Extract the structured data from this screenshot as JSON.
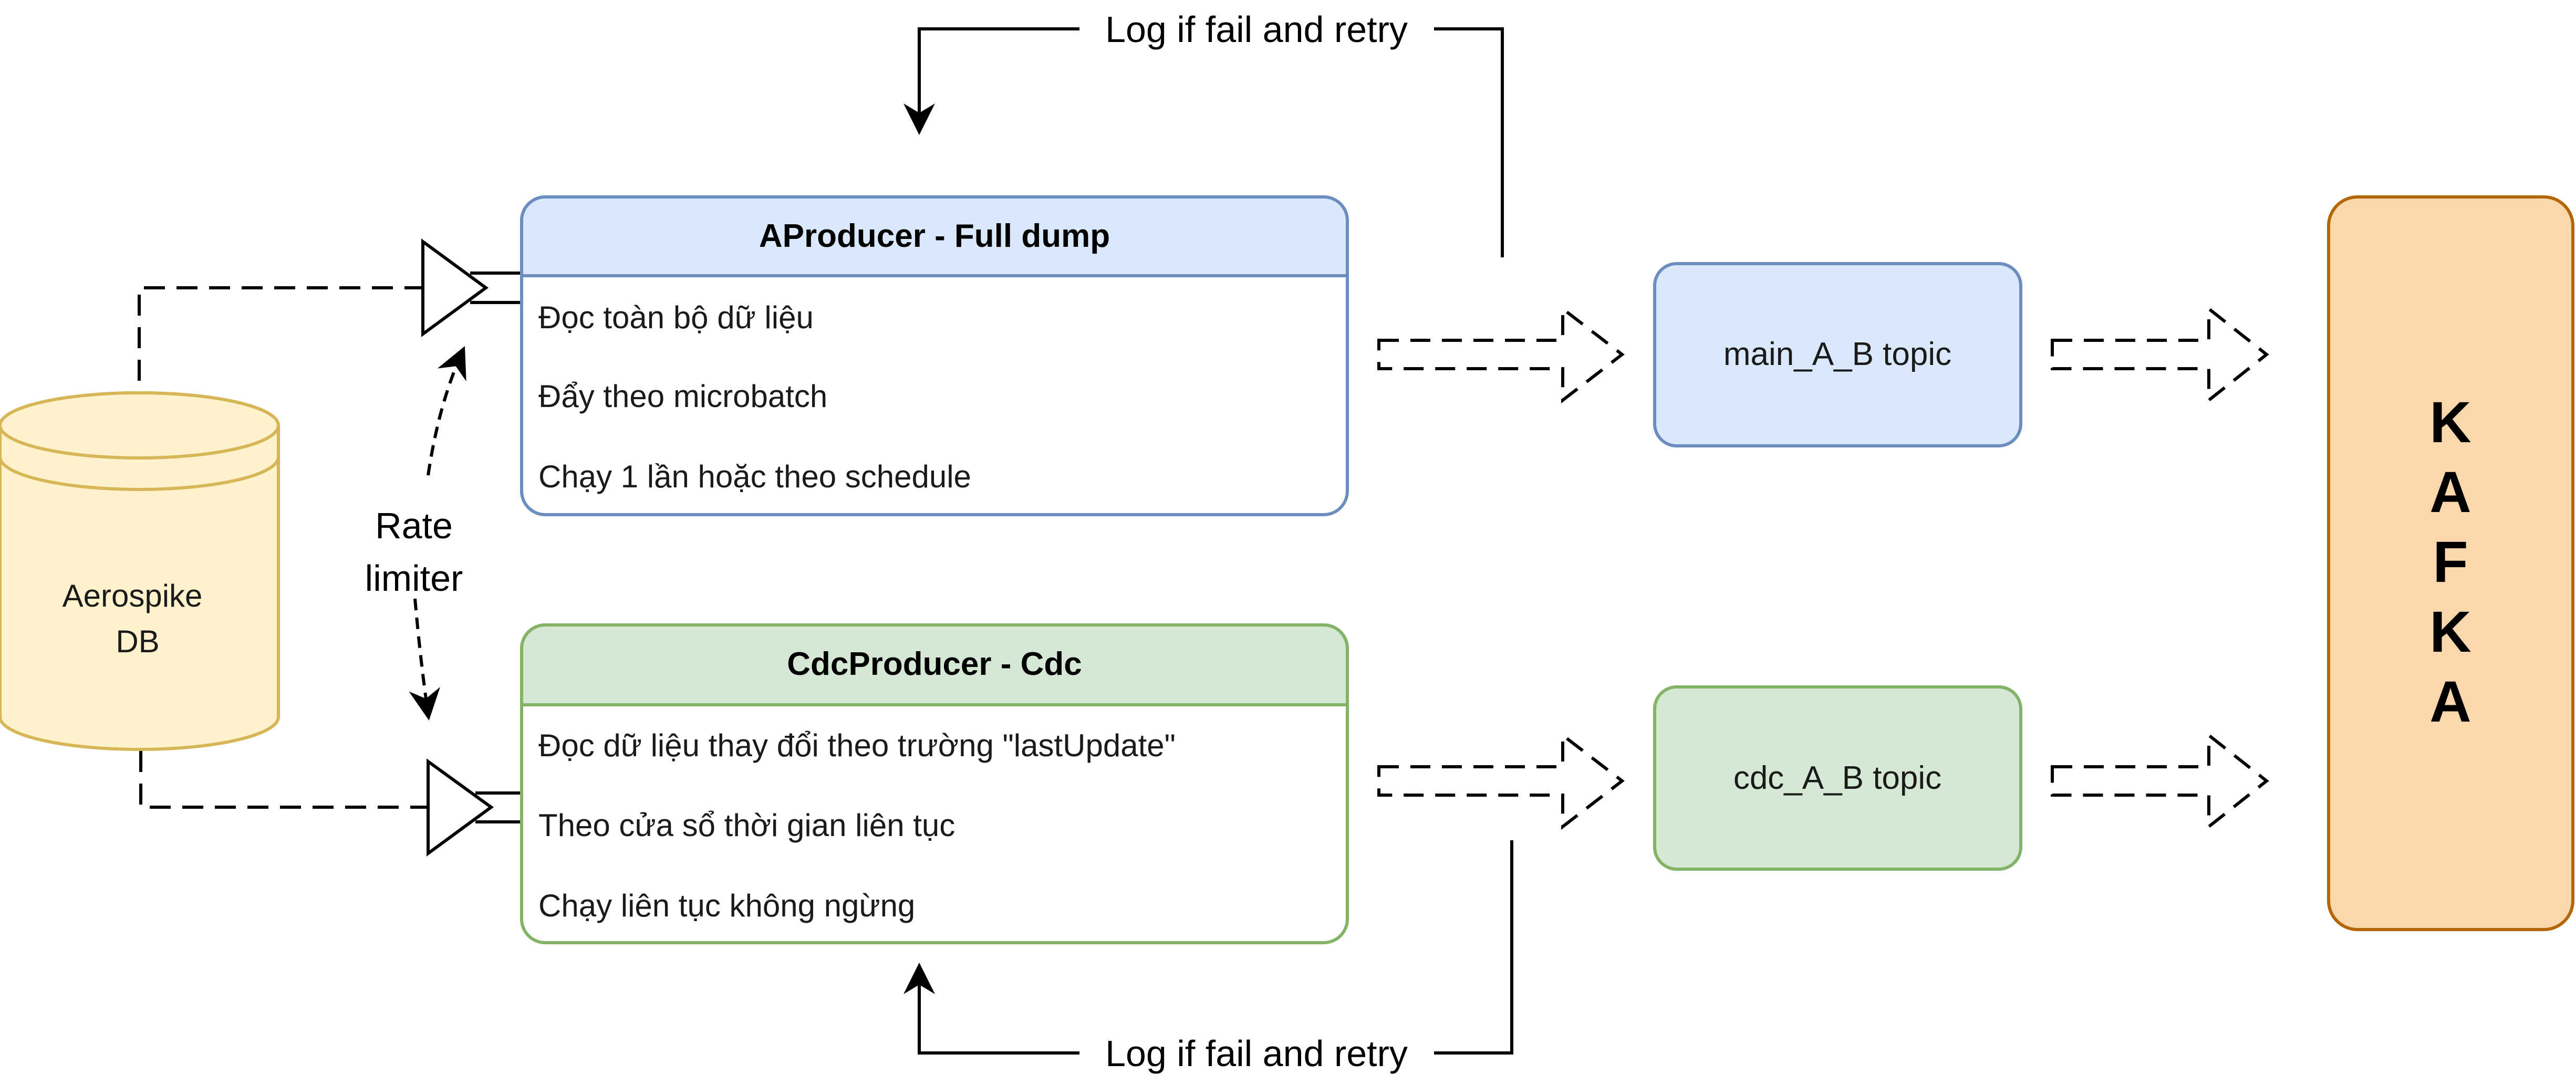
{
  "database": {
    "label_line1": "Aerospike",
    "label_line2": "DB"
  },
  "rate_limiter": {
    "line1": "Rate",
    "line2": "limiter"
  },
  "full_dump_producer": {
    "title": "AProducer - Full dump",
    "items": [
      "Đọc toàn bộ dữ liệu",
      "Đẩy theo microbatch",
      "Chạy 1 lần hoặc theo schedule"
    ],
    "retry_label": "Log if fail and retry"
  },
  "cdc_producer": {
    "title": "CdcProducer - Cdc",
    "items": [
      "Đọc dữ liệu thay đổi theo trường \"lastUpdate\"",
      "Theo cửa sổ thời gian liên tục",
      "Chạy liên tục không ngừng"
    ],
    "retry_label": "Log if fail and retry"
  },
  "topics": {
    "main": "main_A_B topic",
    "cdc": "cdc_A_B topic"
  },
  "kafka": {
    "letters": [
      "K",
      "A",
      "F",
      "K",
      "A"
    ]
  },
  "colors": {
    "blue_fill": "#dae8fc",
    "blue_stroke": "#6c8ebf",
    "green_fill": "#d5e8d4",
    "green_stroke": "#82b366",
    "db_fill": "#fff2cc",
    "db_stroke": "#d6b656",
    "kafka_fill": "#fad7ac",
    "kafka_stroke": "#b46504"
  }
}
